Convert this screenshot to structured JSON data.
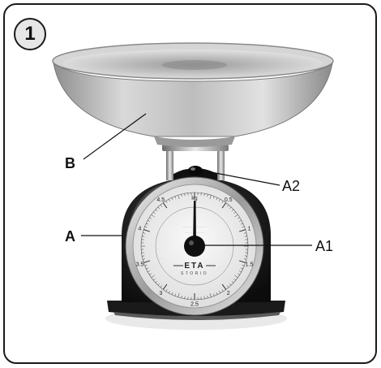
{
  "figure_number": "1",
  "labels": {
    "A": "A",
    "B": "B",
    "A1": "A1",
    "A2": "A2"
  },
  "dial": {
    "brand": "ETA",
    "sub_brand": "STORIO",
    "outer_numbers": [
      "0",
      "0.5",
      "1",
      "1.5",
      "2",
      "2.5",
      "3",
      "3.5",
      "4",
      "4.5"
    ],
    "top_unit": "kg"
  },
  "colors": {
    "scale_body": "#1c1c1c",
    "bowl": "#c8c8c8",
    "dial_face": "#f2f2f2"
  }
}
